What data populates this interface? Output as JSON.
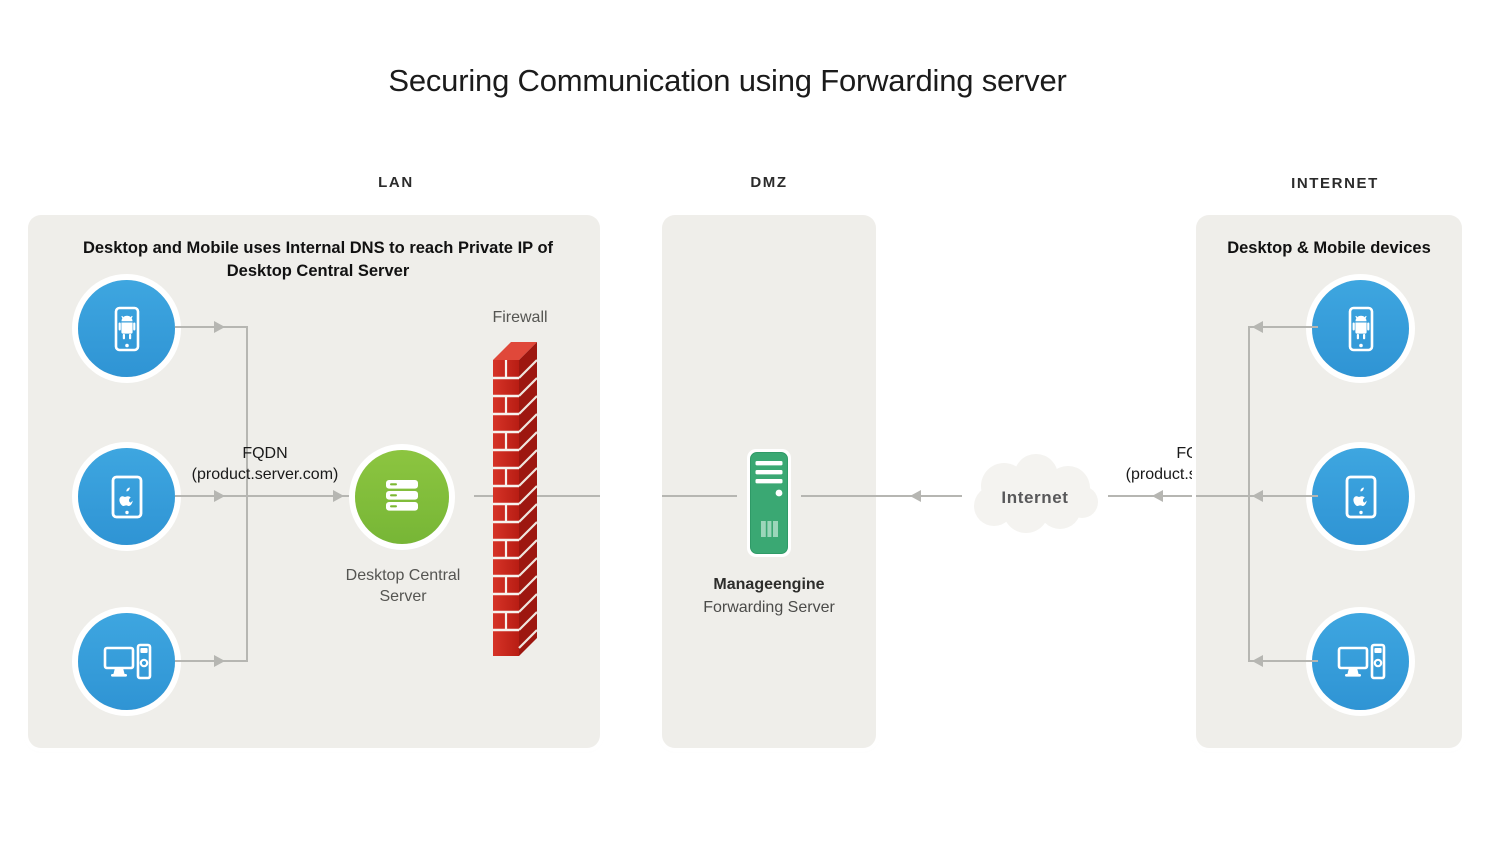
{
  "title": "Securing Communication using Forwarding server",
  "zones": {
    "lan": "LAN",
    "dmz": "DMZ",
    "internet": "INTERNET"
  },
  "lan_panel": {
    "heading": "Desktop and Mobile uses Internal DNS to reach Private IP of Desktop Central Server",
    "devices": [
      {
        "name": "android-phone",
        "label": "Android mobile device"
      },
      {
        "name": "apple-tablet",
        "label": "Apple tablet device"
      },
      {
        "name": "desktop-computer",
        "label": "Desktop computer"
      }
    ],
    "fqdn_label": "FQDN",
    "fqdn_value": "(product.server.com)",
    "server_name_line1": "Desktop Central",
    "server_name_line2": "Server",
    "firewall_label": "Firewall"
  },
  "dmz_panel": {
    "server_vendor": "Manageengine",
    "server_role": "Forwarding Server"
  },
  "internet_panel": {
    "heading": "Desktop & Mobile devices",
    "cloud_label": "Internet",
    "fqdn_label": "FQDN",
    "fqdn_value": "(product.server.com)",
    "devices": [
      {
        "name": "android-phone",
        "label": "Android mobile device"
      },
      {
        "name": "apple-tablet",
        "label": "Apple tablet device"
      },
      {
        "name": "desktop-computer",
        "label": "Desktop computer"
      }
    ]
  },
  "colors": {
    "device_blue": "#3ea6e0",
    "server_green": "#8cc540",
    "forwarding_server_green": "#38a96f",
    "firewall_red": "#cc2018",
    "panel_bg": "#efeeea",
    "line_gray": "#b6b6b2",
    "page_bg": "#ffffff"
  }
}
